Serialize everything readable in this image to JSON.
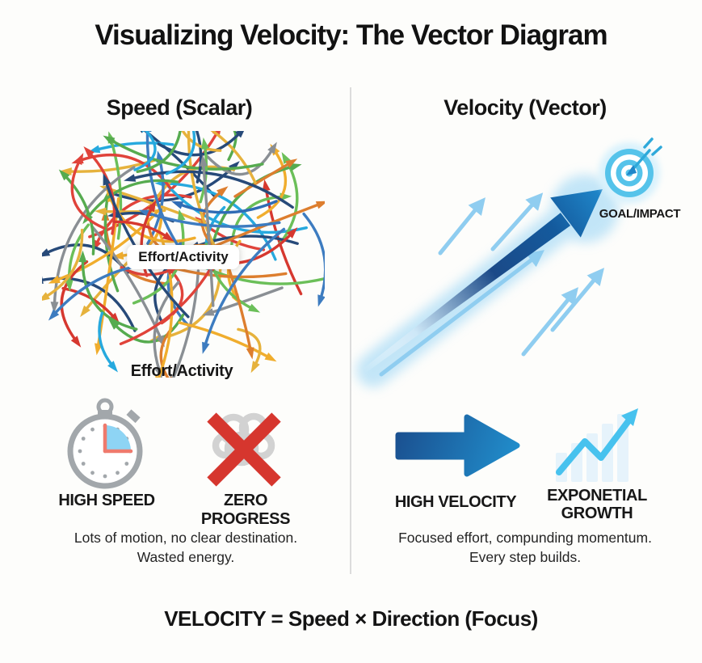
{
  "title": "Visualizing Velocity: The Vector Diagram",
  "left": {
    "heading": "Speed (Scalar)",
    "center_label": "Effort/Activity",
    "bottom_label": "Effort/Activity",
    "items": [
      {
        "icon": "stopwatch-icon",
        "label": "HIGH SPEED"
      },
      {
        "icon": "tangled-knot-x-icon",
        "label": "ZERO PROGRESS"
      }
    ],
    "caption": "Lots of motion, no clear destination.\nWasted energy."
  },
  "right": {
    "heading": "Velocity (Vector)",
    "goal_label": "GOAL/IMPACT",
    "items": [
      {
        "icon": "right-arrow-icon",
        "label": "HIGH VELOCITY"
      },
      {
        "icon": "growth-chart-icon",
        "label": "EXPONETIAL\nGROWTH"
      }
    ],
    "caption": "Focused effort, compunding momentum.\nEvery step builds."
  },
  "formula": "VELOCITY = Speed × Direction (Focus)",
  "colors": {
    "text": "#161616",
    "divider": "#dcdcdc",
    "arrow_navy": "#1b4a88",
    "arrow_bright_blue": "#1f86c9",
    "light_blue": "#8fcdf0",
    "target_blue": "#55c3ea",
    "growth_line_blue": "#47c2ee",
    "red_x": "#d6362e",
    "stopwatch_gray": "#a2a7ab",
    "wedge_blue": "#8ed4f4",
    "hand_red": "#ef7a6d",
    "knot_gray": "#d2d2d2"
  },
  "scribble": {
    "seed": 7,
    "arrow_count": 92,
    "palette": [
      "#d6382f",
      "#e0433a",
      "#56ab4f",
      "#6bbf59",
      "#2f6cb5",
      "#3d7cc0",
      "#274a79",
      "#26a9de",
      "#f0ad2d",
      "#e6b23c",
      "#dd7e2e",
      "#8a8f94"
    ]
  }
}
